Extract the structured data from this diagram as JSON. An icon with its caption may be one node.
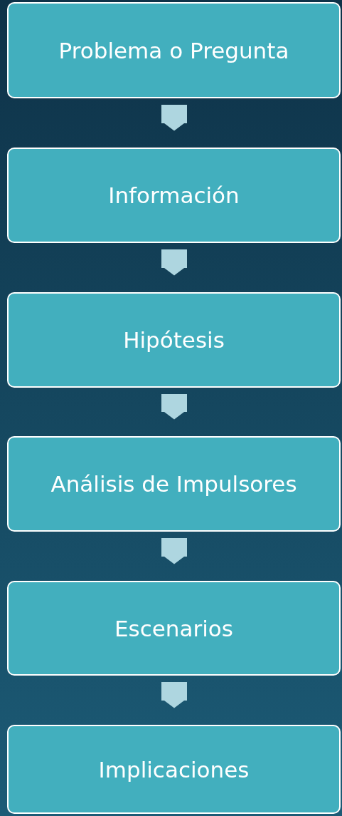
{
  "diagram": {
    "nodes": [
      {
        "text": [
          "Problema o Pregunta"
        ]
      },
      {
        "text": [
          "Información"
        ]
      },
      {
        "text": [
          "Hipótesis"
        ]
      },
      {
        "text": [
          "Análisis de Impulsores"
        ]
      },
      {
        "text": [
          "Escenarios"
        ]
      },
      {
        "text": [
          "Implicaciones"
        ]
      }
    ],
    "edges": [
      {
        "from": 0,
        "to": 1,
        "arrow": "to"
      },
      {
        "from": 1,
        "to": 2,
        "arrow": "to"
      },
      {
        "from": 2,
        "to": 3,
        "arrow": "to"
      },
      {
        "from": 3,
        "to": 4,
        "arrow": "to"
      },
      {
        "from": 4,
        "to": 5,
        "arrow": "to"
      }
    ]
  }
}
